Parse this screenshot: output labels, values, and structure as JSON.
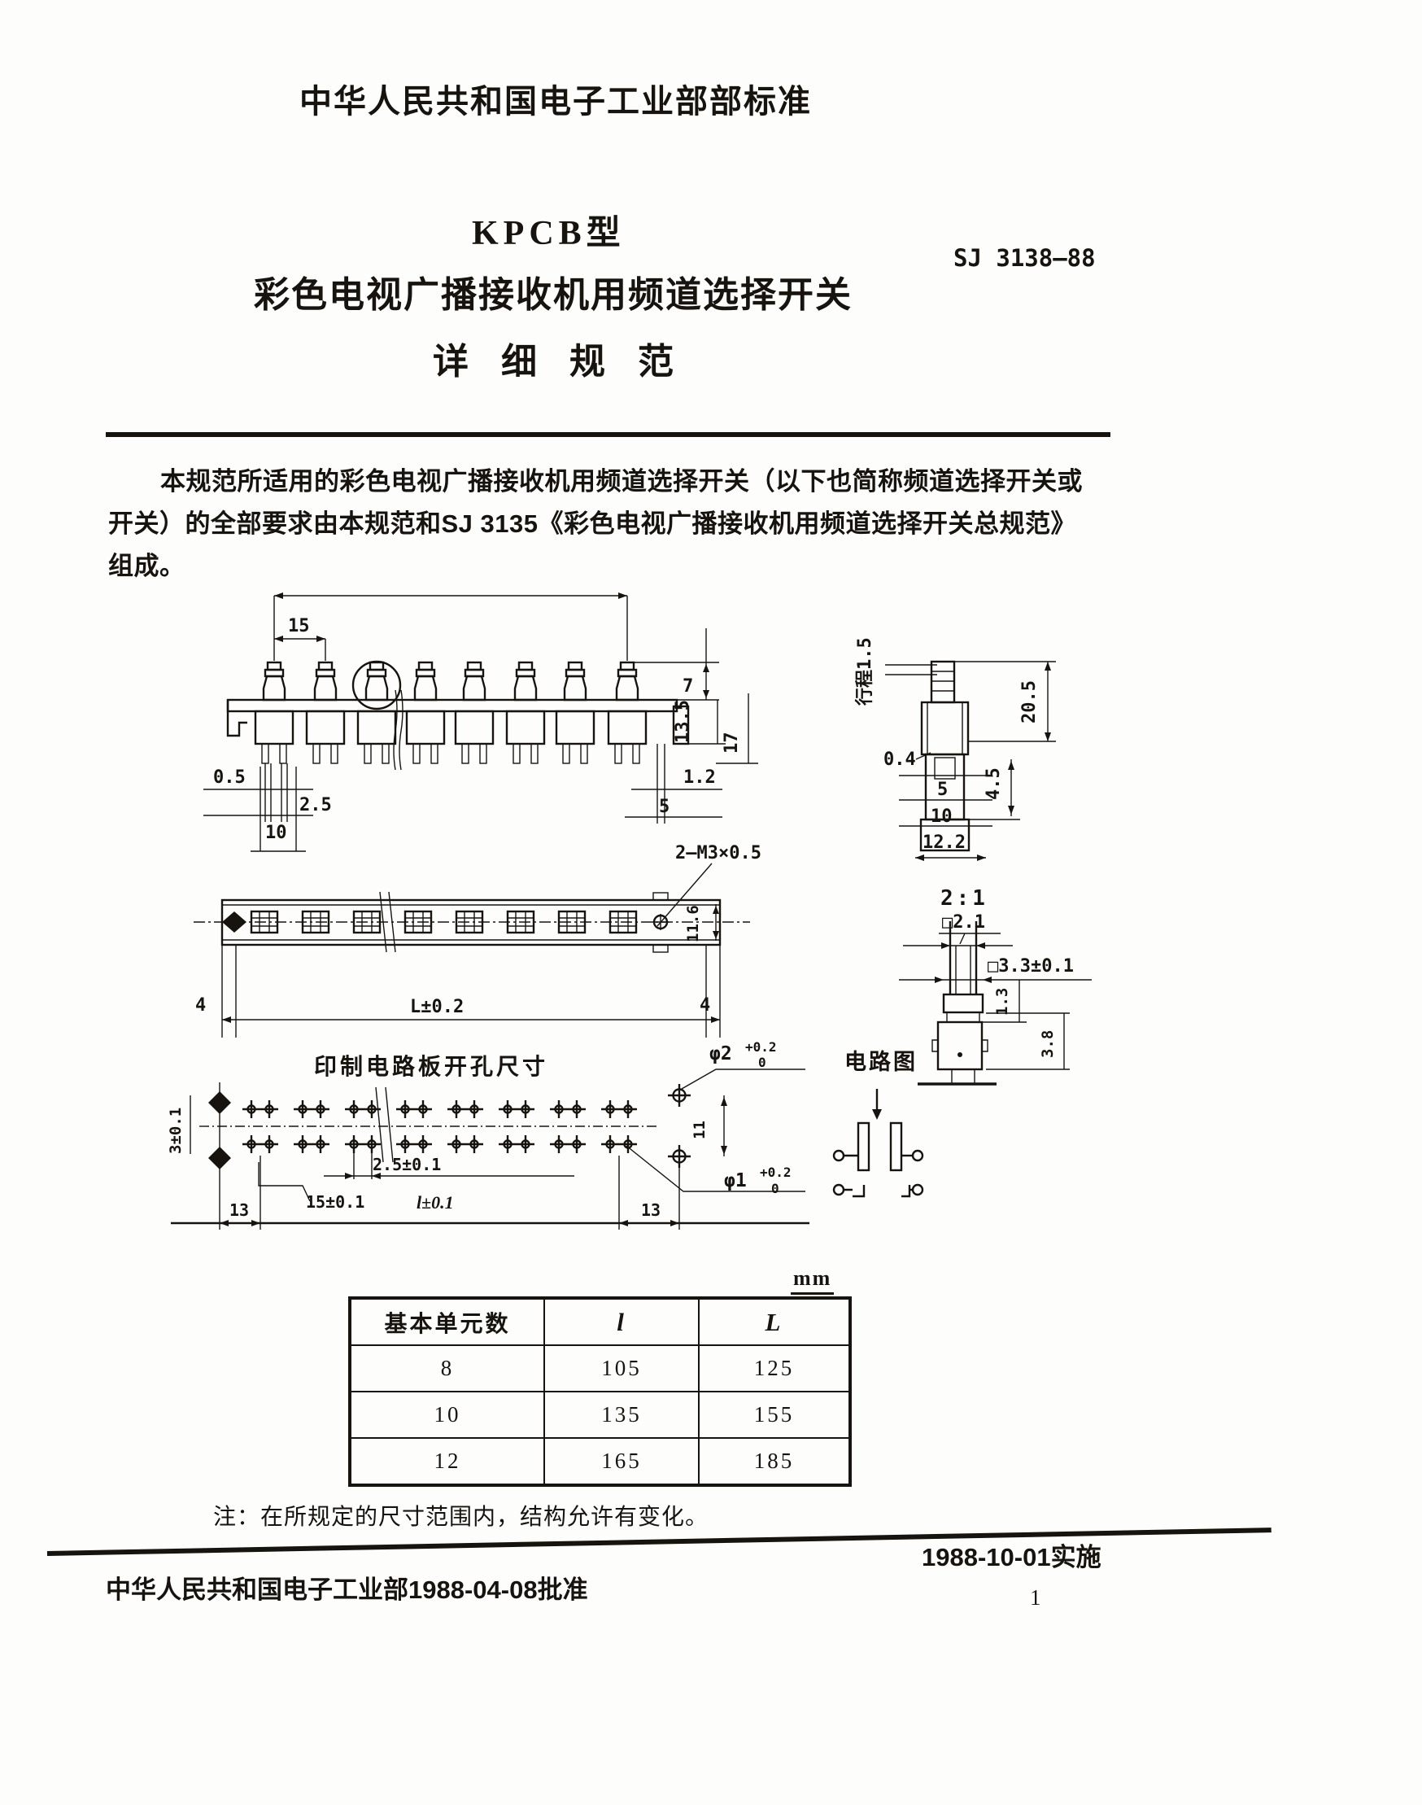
{
  "page": {
    "header": "中华人民共和国电子工业部部标准",
    "title_model": "KPCB型",
    "title_main": "彩色电视广播接收机用频道选择开关",
    "title_sub": "详细规范",
    "standard_no": "SJ 3138—88",
    "paragraph_line1": "本规范所适用的彩色电视广播接收机用频道选择开关（以下也简称频道选择开关或",
    "paragraph_line2": "开关）的全部要求由本规范和SJ 3135《彩色电视广播接收机用频道选择开关总规范》",
    "paragraph_line3": "组成。",
    "note": "注：在所规定的尺寸范围内，结构允许有变化。",
    "footer_left": "中华人民共和国电子工业部1988-04-08批准",
    "footer_right": "1988-10-01实施",
    "page_number": "1"
  },
  "drawings": {
    "front_view": {
      "dim_15": "15",
      "dim_0_5": "0.5",
      "dim_2_5": "2.5",
      "dim_10": "10",
      "dim_7": "7",
      "dim_13_5": "13.5",
      "dim_17": "17",
      "dim_1_2": "1.2",
      "dim_5": "5"
    },
    "side_view": {
      "stroke": "行程1.5",
      "dim_20_5": "20.5",
      "dim_0_4": "0.4",
      "dim_5": "5",
      "dim_4_5": "4.5",
      "dim_10": "10",
      "dim_12_2": "12.2"
    },
    "top_view": {
      "thread": "2—M3×0.5",
      "dim_11_6": "11.6",
      "dim_L": "L±0.2",
      "dim_4_left": "4",
      "dim_4_right": "4"
    },
    "detail_view": {
      "scale": "2:1",
      "dim_sq2": "□2.1",
      "dim_sq33": "□3.3±0.1",
      "dim_1_3": "1.3",
      "dim_3_8": "3.8"
    },
    "circuit": {
      "label": "电路图"
    },
    "pcb_view": {
      "title": "印制电路板开孔尺寸",
      "dim_3": "3±0.1",
      "dim_2_5": "2.5±0.1",
      "dim_15": "15±0.1",
      "dim_l": "l±0.1",
      "dim_13_left": "13",
      "dim_13_right": "13",
      "dim_11": "11",
      "phi2": "φ2",
      "phi2_sup": "+0.2",
      "phi2_sub": "0",
      "phi1": "φ1",
      "phi1_sup": "+0.2",
      "phi1_sub": "0"
    }
  },
  "table": {
    "unit": "mm",
    "col_unit": "基本单元数",
    "col_l": "l",
    "col_L": "L",
    "rows": [
      [
        "8",
        "105",
        "125"
      ],
      [
        "10",
        "135",
        "155"
      ],
      [
        "12",
        "165",
        "185"
      ]
    ]
  }
}
